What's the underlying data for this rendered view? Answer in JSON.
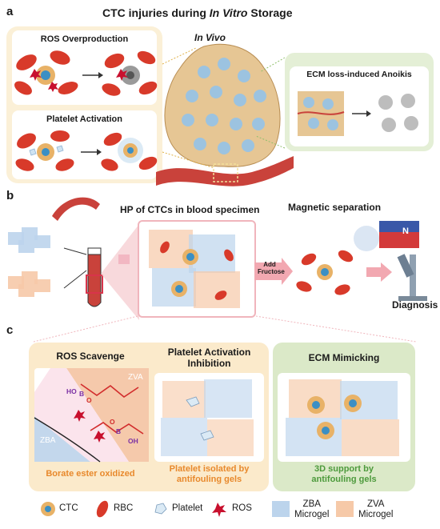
{
  "panel_a": {
    "letter": "a",
    "title_prefix": "CTC injuries during ",
    "title_italic": "In Vitro",
    "title_suffix": " Storage",
    "ros_label": "ROS Overproduction",
    "platelet_label": "Platelet Activation",
    "in_vivo_label": "In Vivo",
    "ecm_label": "ECM loss-induced Anoikis"
  },
  "panel_b": {
    "letter": "b",
    "hp_label": "HP of CTCs in blood specimen",
    "magnetic_label": "Magnetic separation",
    "add_fructose_line1": "Add",
    "add_fructose_line2": "Fructose",
    "magnet_letter": "N",
    "diagnosis_label": "Diagnosis"
  },
  "panel_c": {
    "letter": "c",
    "ros_scavenge_title": "ROS Scavenge",
    "platelet_title_line1": "Platelet Activation",
    "platelet_title_line2": "Inhibition",
    "ecm_title": "ECM Mimicking",
    "zva_tag": "ZVA",
    "zba_tag": "ZBA",
    "chem_ho_top": "HO",
    "chem_b": "B",
    "chem_o": "O",
    "chem_oh": "OH",
    "borate_caption": "Borate ester oxidized",
    "platelet_caption_line1": "Platelet isolated by",
    "platelet_caption_line2": "antifouling gels",
    "support_caption_line1": "3D support by",
    "support_caption_line2": "antifouling gels"
  },
  "legend": {
    "ctc": "CTC",
    "rbc": "RBC",
    "platelet": "Platelet",
    "ros": "ROS",
    "zba_line1": "ZBA",
    "zba_line2": "Microgel",
    "zva_line1": "ZVA",
    "zva_line2": "Microgel"
  },
  "colors": {
    "panel_a_bg": "#fbf0d7",
    "ecm_box_bg": "#e4efd6",
    "panel_c_left_bg": "#fbeacb",
    "panel_c_right_bg": "#dbe9c8",
    "rbc": "#d83a2a",
    "ctc_core": "#3b8fc4",
    "ctc_body": "#e8b267",
    "zba_blue": "#bcd4ec",
    "zva_orange": "#f6c9a8",
    "pink_frame": "#f0b5bc",
    "text_orange": "#e8892c",
    "text_green": "#4d9a3c"
  }
}
